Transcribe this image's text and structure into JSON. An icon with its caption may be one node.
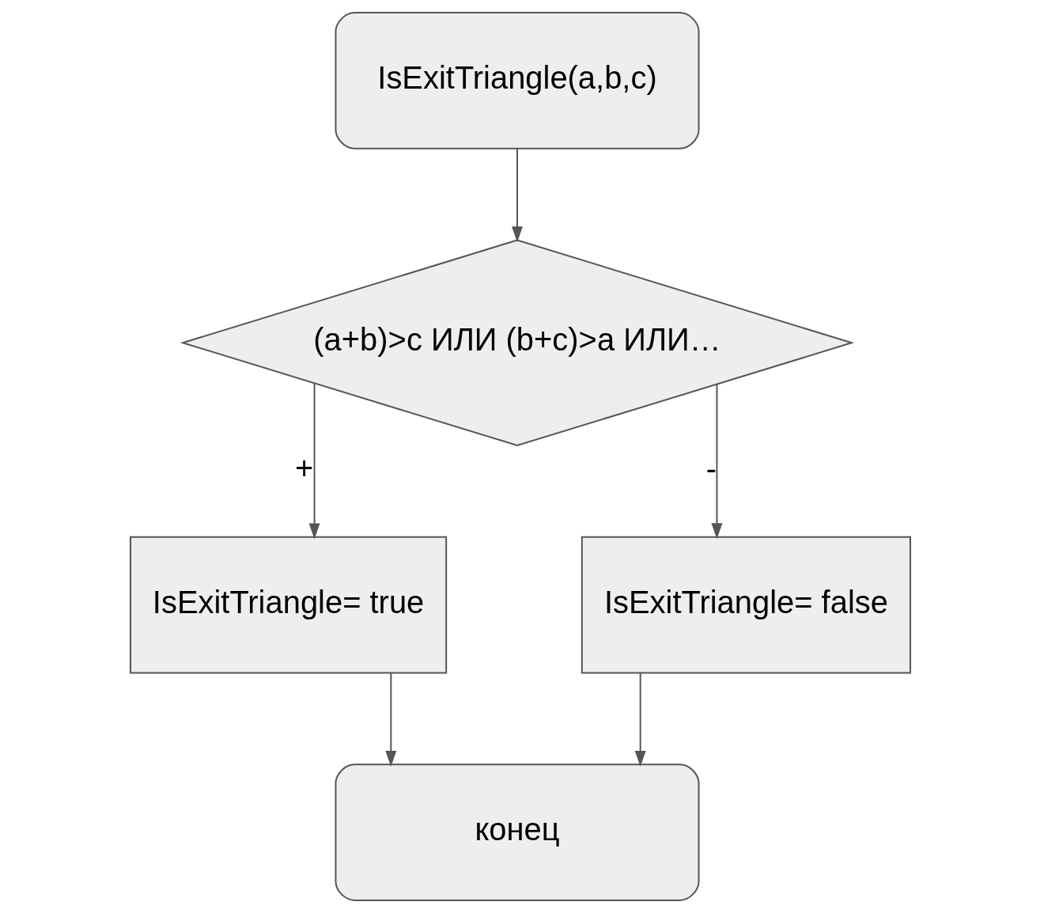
{
  "diagram": {
    "nodes": [
      {
        "text": [
          "IsExitTriangle(a,b,c)"
        ]
      },
      {
        "text": [
          "(a+b)>c ИЛИ (b+c)>a ИЛИ…"
        ]
      },
      {
        "text": [
          "IsExitTriangle= true"
        ]
      },
      {
        "text": [
          "IsExitTriangle= false"
        ]
      },
      {
        "text": [
          "конец"
        ]
      }
    ],
    "edges": [
      {
        "from": 0,
        "to": 1,
        "arrow": "to"
      },
      {
        "from": 1,
        "to": 2,
        "arrow": "to",
        "label": "+"
      },
      {
        "from": 1,
        "to": 3,
        "arrow": "to",
        "label": "-"
      },
      {
        "from": 2,
        "to": 4,
        "arrow": "to"
      },
      {
        "from": 3,
        "to": 4,
        "arrow": "to"
      }
    ]
  }
}
